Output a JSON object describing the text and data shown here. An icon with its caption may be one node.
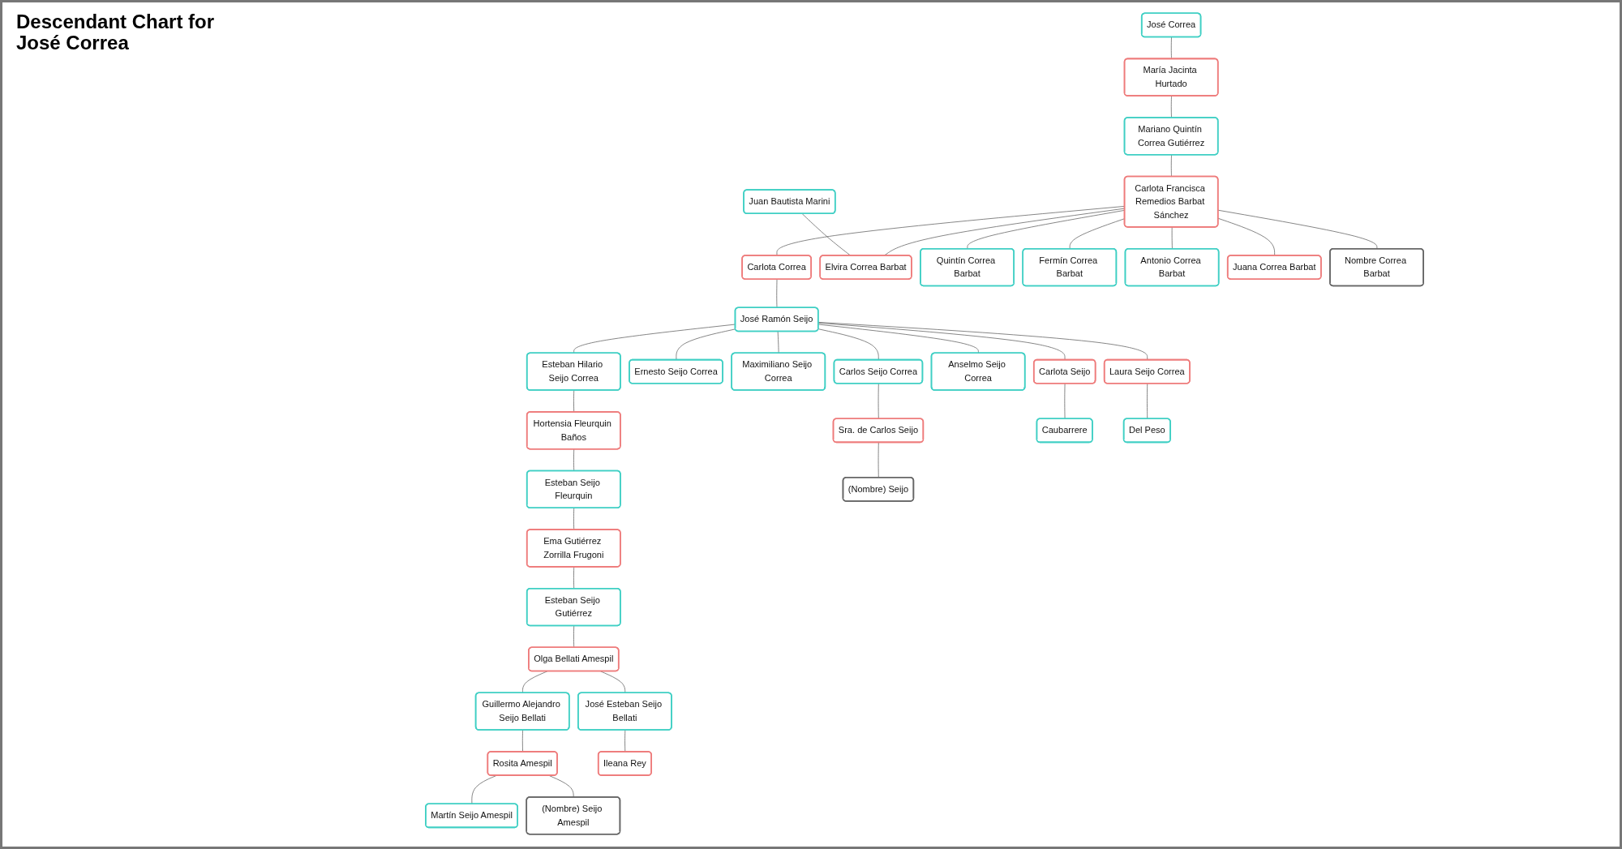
{
  "diagram": {
    "title": "Descendant Chart for José Correa",
    "nodes": [
      {
        "text": [
          "José Correa"
        ]
      },
      {
        "text": [
          "María Jacinta Hurtado"
        ]
      },
      {
        "text": [
          "Mariano Quintín Correa Gutiérrez"
        ]
      },
      {
        "text": [
          "Carlota Francisca Remedios Barbat Sánchez"
        ]
      },
      {
        "text": [
          "Carlota Correa"
        ]
      },
      {
        "text": [
          "José Ramón Seijo"
        ]
      },
      {
        "text": [
          "Elvira Correa Barbat"
        ]
      },
      {
        "text": [
          "Juan Bautista Marini"
        ]
      },
      {
        "text": [
          "Quintín Correa Barbat"
        ]
      },
      {
        "text": [
          "Fermín Correa Barbat"
        ]
      },
      {
        "text": [
          "Antonio Correa Barbat"
        ]
      },
      {
        "text": [
          "Juana Correa Barbat"
        ]
      },
      {
        "text": [
          "Nombre Correa Barbat"
        ]
      },
      {
        "text": [
          "Esteban Hilario Seijo Correa"
        ]
      },
      {
        "text": [
          "Hortensia Fleurquin Baños"
        ]
      },
      {
        "text": [
          "Ernesto Seijo Correa"
        ]
      },
      {
        "text": [
          "Maximiliano Seijo Correa"
        ]
      },
      {
        "text": [
          "Carlos Seijo Correa"
        ]
      },
      {
        "text": [
          "Sra. de Carlos Seijo"
        ]
      },
      {
        "text": [
          "Anselmo Seijo Correa"
        ]
      },
      {
        "text": [
          "Carlota Seijo"
        ]
      },
      {
        "text": [
          "Caubarrere"
        ]
      },
      {
        "text": [
          "Laura Seijo Correa"
        ]
      },
      {
        "text": [
          "Del Peso"
        ]
      },
      {
        "text": [
          "Esteban Seijo Fleurquin"
        ]
      },
      {
        "text": [
          "Ema Gutiérrez Zorrilla Frugoni"
        ]
      },
      {
        "text": [
          "(Nombre) Seijo"
        ]
      },
      {
        "text": [
          "Esteban Seijo Gutiérrez"
        ]
      },
      {
        "text": [
          "Olga Bellati Amespil"
        ]
      },
      {
        "text": [
          "Guillermo Alejandro Seijo Bellati"
        ]
      },
      {
        "text": [
          "Rosita Amespil"
        ]
      },
      {
        "text": [
          "José Esteban Seijo Bellati"
        ]
      },
      {
        "text": [
          "Ileana Rey"
        ]
      },
      {
        "text": [
          "Martín Seijo Amespil"
        ]
      },
      {
        "text": [
          "(Nombre) Seijo Amespil"
        ]
      }
    ],
    "edges": [
      {
        "from": 0,
        "to": 1,
        "arrow": "none"
      },
      {
        "from": 1,
        "to": 2,
        "arrow": "none"
      },
      {
        "from": 2,
        "to": 3,
        "arrow": "none"
      },
      {
        "from": 3,
        "to": 4,
        "arrow": "none"
      },
      {
        "from": 3,
        "to": 6,
        "arrow": "none"
      },
      {
        "from": 3,
        "to": 8,
        "arrow": "none"
      },
      {
        "from": 3,
        "to": 9,
        "arrow": "none"
      },
      {
        "from": 3,
        "to": 10,
        "arrow": "none"
      },
      {
        "from": 3,
        "to": 11,
        "arrow": "none"
      },
      {
        "from": 3,
        "to": 12,
        "arrow": "none"
      },
      {
        "from": 4,
        "to": 5,
        "arrow": "none"
      },
      {
        "from": 7,
        "to": 6,
        "arrow": "none"
      },
      {
        "from": 5,
        "to": 13,
        "arrow": "none"
      },
      {
        "from": 5,
        "to": 15,
        "arrow": "none"
      },
      {
        "from": 5,
        "to": 16,
        "arrow": "none"
      },
      {
        "from": 5,
        "to": 17,
        "arrow": "none"
      },
      {
        "from": 5,
        "to": 19,
        "arrow": "none"
      },
      {
        "from": 5,
        "to": 20,
        "arrow": "none"
      },
      {
        "from": 5,
        "to": 22,
        "arrow": "none"
      },
      {
        "from": 13,
        "to": 14,
        "arrow": "none"
      },
      {
        "from": 17,
        "to": 18,
        "arrow": "none"
      },
      {
        "from": 20,
        "to": 21,
        "arrow": "none"
      },
      {
        "from": 22,
        "to": 23,
        "arrow": "none"
      },
      {
        "from": 14,
        "to": 24,
        "arrow": "none"
      },
      {
        "from": 18,
        "to": 26,
        "arrow": "none"
      },
      {
        "from": 24,
        "to": 25,
        "arrow": "none"
      },
      {
        "from": 25,
        "to": 27,
        "arrow": "none"
      },
      {
        "from": 27,
        "to": 28,
        "arrow": "none"
      },
      {
        "from": 28,
        "to": 29,
        "arrow": "none"
      },
      {
        "from": 28,
        "to": 31,
        "arrow": "none"
      },
      {
        "from": 29,
        "to": 30,
        "arrow": "none"
      },
      {
        "from": 31,
        "to": 32,
        "arrow": "none"
      },
      {
        "from": 30,
        "to": 33,
        "arrow": "none"
      },
      {
        "from": 30,
        "to": 34,
        "arrow": "none"
      }
    ]
  }
}
